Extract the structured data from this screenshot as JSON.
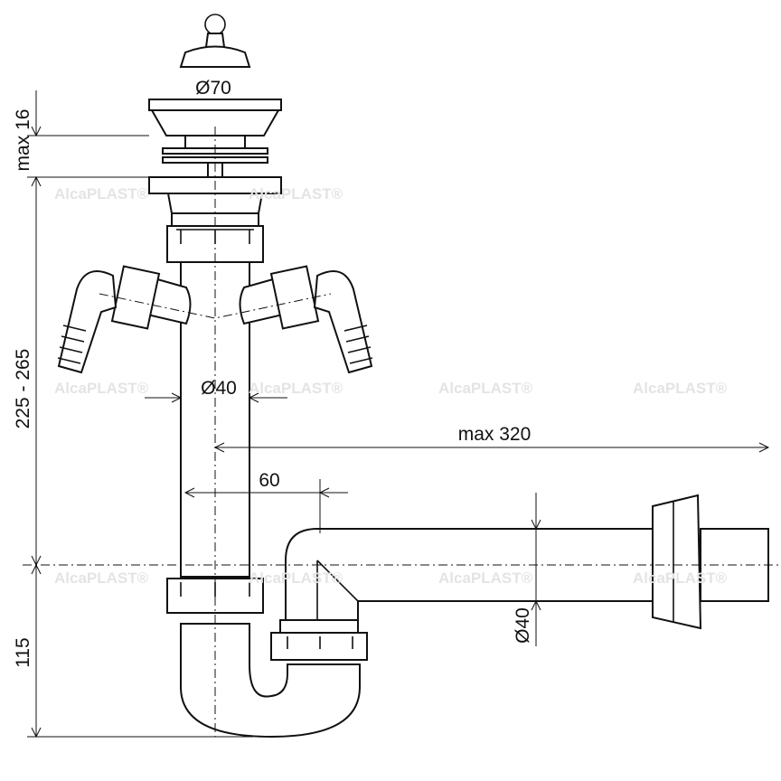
{
  "watermark": "AlcaPLAST®",
  "dimensions": {
    "plug_diameter": "Ø70",
    "strainer_height": "max 16",
    "body_height": "225 - 265",
    "tube_diameter": "Ø40",
    "max_length": "max 320",
    "offset": "60",
    "trap_depth": "115",
    "outlet_diameter": "Ø40"
  }
}
